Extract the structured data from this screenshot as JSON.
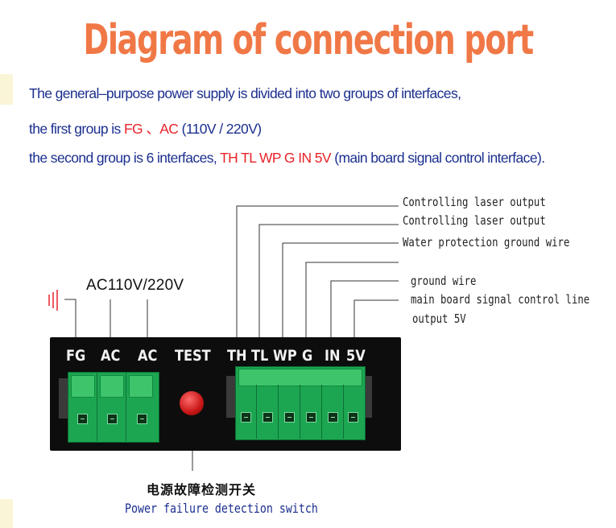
{
  "title": "Diagram of connection port",
  "intro": {
    "line1": "The general–purpose power supply is divided into two groups of interfaces,",
    "line2_prefix": "the first group is ",
    "line2_red": "FG 、AC",
    "line2_suffix": " (110V / 220V)",
    "line3_prefix": "the second group is 6 interfaces, ",
    "line3_red": "TH TL WP G  IN  5V",
    "line3_suffix": " (main board signal control interface)."
  },
  "callouts": [
    "Controlling laser output",
    "Controlling laser output",
    "Water protection ground wire",
    "ground wire",
    "main board signal control line",
    "output 5V"
  ],
  "ac_label": "AC110V/220V",
  "panel_labels": {
    "fg": "FG",
    "ac1": "AC",
    "ac2": "AC",
    "test": "TEST",
    "th": "TH",
    "tl": "TL",
    "wp": "WP",
    "g": "G",
    "in": "IN",
    "v5": "5V"
  },
  "colors": {
    "title": "#f07846",
    "text_blue": "#1b2f8f",
    "text_red": "#e8242a",
    "terminal_green": "#1ca651",
    "panel": "#0d0d0d",
    "button_red": "#c81616"
  },
  "icons": {
    "ground": "ground-symbol-icon"
  },
  "caption_zh": "电源故障检测开关",
  "caption_en": "Power failure detection switch"
}
